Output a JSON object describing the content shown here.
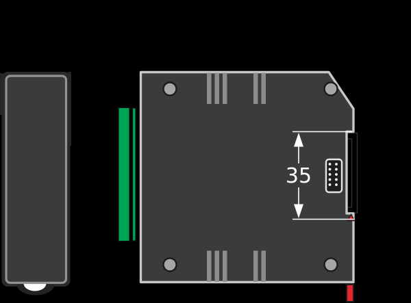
{
  "diagram": {
    "dimension_label": "35",
    "views": {
      "left": "device-front-view",
      "right": "device-side-view-on-din-rail"
    },
    "pin_header": {
      "columns": 2,
      "rows": 5,
      "pins": 10
    }
  },
  "colors": {
    "background": "#000000",
    "body": "#3b3b3b",
    "front_outer": "#2a2a2a",
    "front_border": "#929292",
    "tab_dark": "#262626",
    "clip_bump": "#232323",
    "clip_white": "#fbfbfb",
    "outline_light": "#c8c8c8",
    "vent": "#8c8c8c",
    "screw": "#a6a6a6",
    "dark_edge": "#1c1c1c",
    "green_connector": "#00a356",
    "red_latch": "#e4262c",
    "rail_fill": "#000000",
    "rail_stroke": "#2e2e2e",
    "connector_fill": "#1e1e1e",
    "connector_border": "#e6e6e6",
    "connector_pin": "#ffffff",
    "dimension": "#ffffff"
  }
}
